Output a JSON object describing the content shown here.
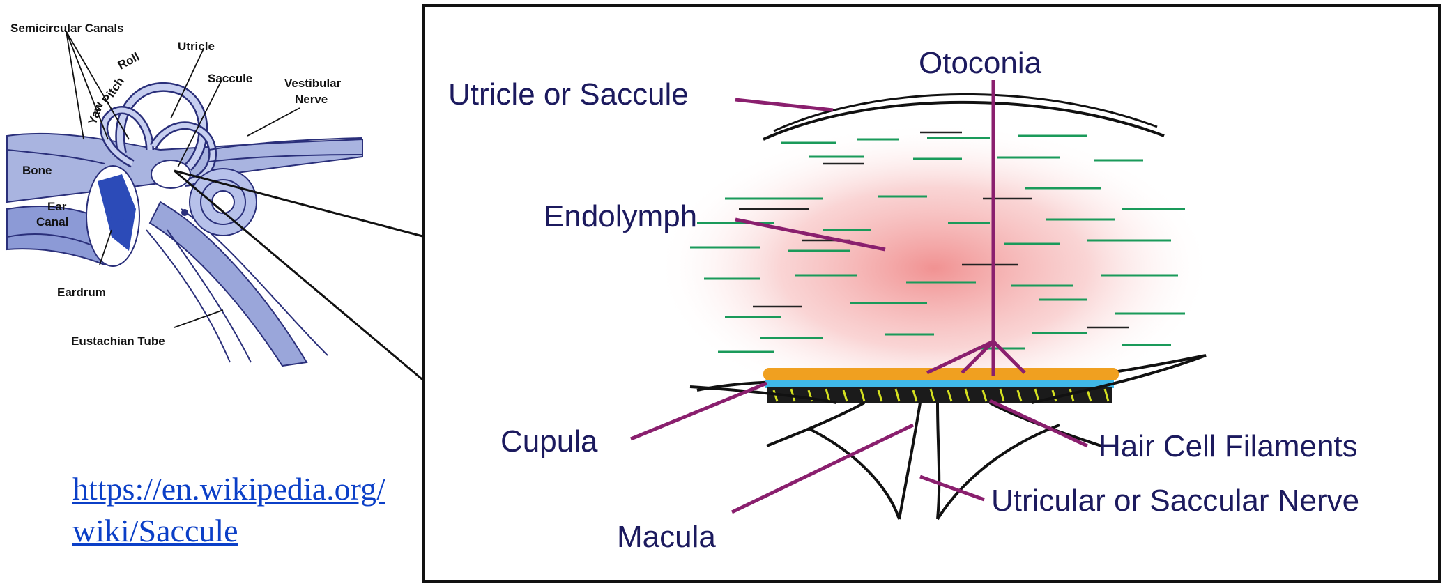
{
  "ear_diagram": {
    "labels": {
      "semicircular_canals": "Semicircular Canals",
      "utricle": "Utricle",
      "saccule": "Saccule",
      "roll": "Roll",
      "pitch": "Pitch",
      "yaw": "Yaw",
      "vestibular_nerve_1": "Vestibular",
      "vestibular_nerve_2": "Nerve",
      "bone": "Bone",
      "ear_canal_1": "Ear",
      "ear_canal_2": "Canal",
      "eardrum": "Eardrum",
      "eustachian_tube": "Eustachian Tube"
    }
  },
  "macula_diagram": {
    "labels": {
      "otoconia": "Otoconia",
      "utricle_or_saccule": "Utricle or Saccule",
      "endolymph": "Endolymph",
      "cupula": "Cupula",
      "hair_cell_filaments": "Hair Cell Filaments",
      "utricular_or_saccular_nerve": "Utricular or Saccular Nerve",
      "macula": "Macula"
    },
    "colors": {
      "label_text": "#1c1a5e",
      "pointer": "#8a1f6e",
      "endolymph_glow": "#f2a0a0",
      "otoconia_layer": "#f0a020",
      "cupula_layer": "#40b8e8",
      "hair_cells": "#d4e020",
      "fluid_dashes": "#1a9a5a"
    }
  },
  "source_link": {
    "text": "https://en.wikipedia.org/wiki/Saccule"
  }
}
